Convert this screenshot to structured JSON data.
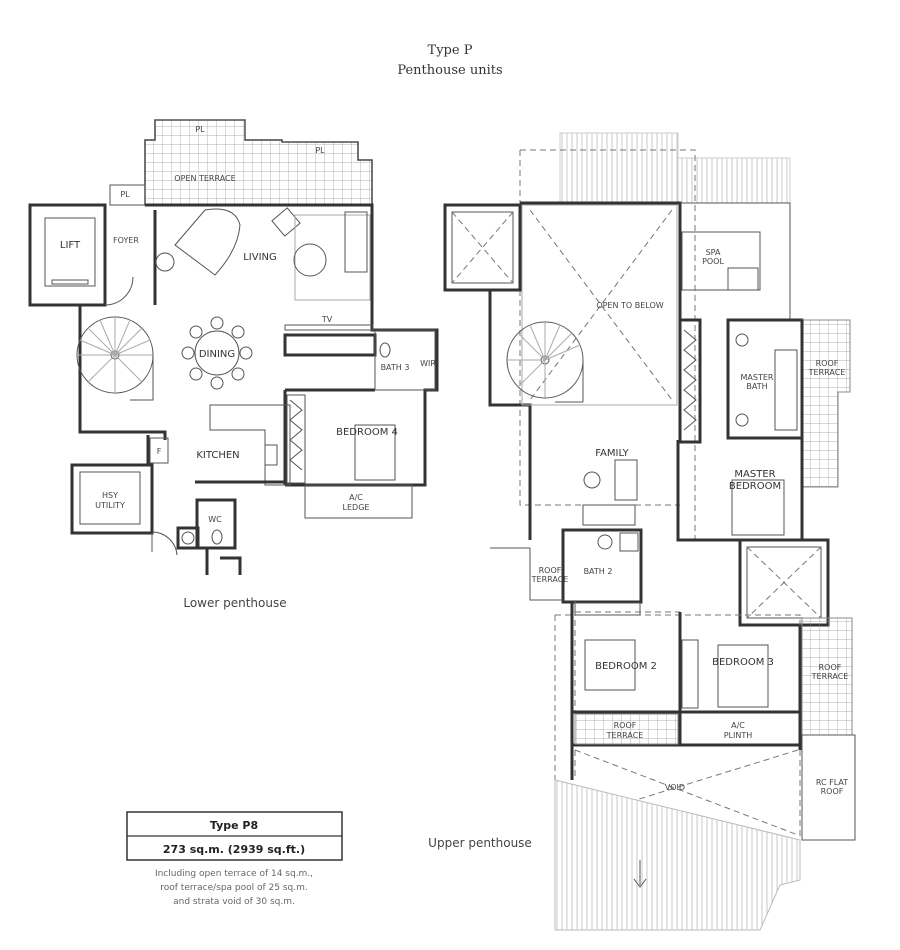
{
  "title": {
    "line1": "Type P",
    "line2": "Penthouse units"
  },
  "lower": {
    "caption": "Lower penthouse",
    "rooms": {
      "pl1": "PL",
      "pl2": "PL",
      "pl3": "PL",
      "open_terrace": "OPEN TERRACE",
      "lift": "LIFT",
      "foyer": "FOYER",
      "living": "LIVING",
      "dining": "DINING",
      "tv": "TV",
      "bath3": "BATH 3",
      "wir": "WIR",
      "bedroom4": "BEDROOM 4",
      "ac_ledge_1": "A/C",
      "ac_ledge_2": "LEDGE",
      "kitchen": "KITCHEN",
      "fridge": "F",
      "utility_1": "HSY",
      "utility_2": "UTILITY",
      "wc": "WC"
    }
  },
  "upper": {
    "caption": "Upper penthouse",
    "rooms": {
      "open_to_below": "OPEN TO BELOW",
      "spa_1": "SPA",
      "spa_2": "POOL",
      "master_bath_1": "MASTER",
      "master_bath_2": "BATH",
      "roof_terrace_r1": "ROOF",
      "roof_terrace_r2": "TERRACE",
      "family": "FAMILY",
      "master_bed_1": "MASTER",
      "master_bed_2": "BEDROOM",
      "roof_terrace_l1": "ROOF",
      "roof_terrace_l2": "TERRACE",
      "bath2": "BATH 2",
      "bedroom2": "BEDROOM 2",
      "bedroom3": "BEDROOM 3",
      "roof_terrace_b1": "ROOF",
      "roof_terrace_b2": "TERRACE",
      "ac_plinth_1": "A/C",
      "ac_plinth_2": "PLINTH",
      "roof_terrace_rr1": "ROOF",
      "roof_terrace_rr2": "TERRACE",
      "rc_roof_1": "RC FLAT",
      "rc_roof_2": "ROOF",
      "void": "VOID"
    }
  },
  "area_table": {
    "type": "Type P8",
    "area": "273 sq.m. (2939 sq.ft.)",
    "note_lines": [
      "Including open terrace of 14 sq.m.,",
      "roof terrace/spa pool of 25 sq.m.",
      "and strata void of 30 sq.m."
    ]
  }
}
